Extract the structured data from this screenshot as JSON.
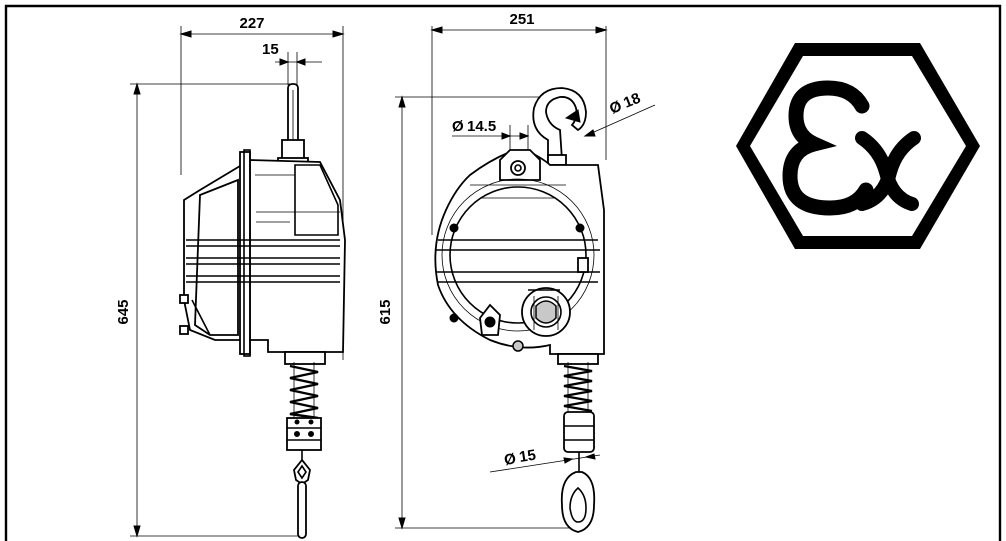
{
  "dimensions": {
    "side_width": "227",
    "hook_width": "15",
    "side_height": "645",
    "front_width": "251",
    "front_height": "615",
    "eye_diameter": "14.5",
    "hook_diameter": "18",
    "bottom_hook_diameter": "15"
  },
  "symbols": {
    "diameter": "Ø",
    "ex_mark": "ex-explosion-protection-icon"
  }
}
